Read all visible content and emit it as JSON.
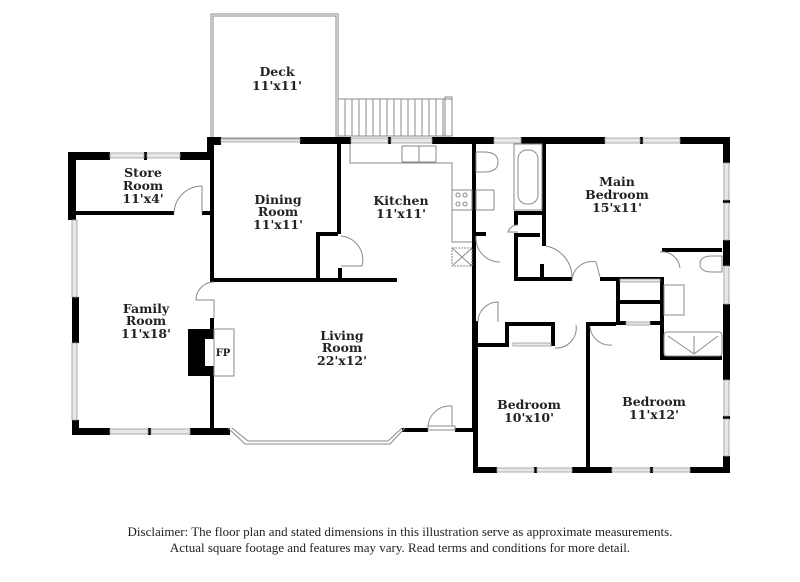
{
  "floor_plan": {
    "rooms": [
      {
        "id": "deck",
        "name": "Deck",
        "dims": "11'x11'"
      },
      {
        "id": "store-room",
        "name_line1": "Store",
        "name_line2": "Room",
        "dims": "11'x4'"
      },
      {
        "id": "dining-room",
        "name_line1": "Dining",
        "name_line2": "Room",
        "dims": "11'x11'"
      },
      {
        "id": "kitchen",
        "name": "Kitchen",
        "dims": "11'x11'"
      },
      {
        "id": "main-bedroom",
        "name_line1": "Main",
        "name_line2": "Bedroom",
        "dims": "15'x11'"
      },
      {
        "id": "family-room",
        "name_line1": "Family",
        "name_line2": "Room",
        "dims": "11'x18'"
      },
      {
        "id": "living-room",
        "name_line1": "Living",
        "name_line2": "Room",
        "dims": "22'x12'"
      },
      {
        "id": "bedroom-2",
        "name": "Bedroom",
        "dims": "10'x10'"
      },
      {
        "id": "bedroom-3",
        "name": "Bedroom",
        "dims": "11'x12'"
      }
    ],
    "fireplace_label": "FP"
  },
  "disclaimer": {
    "line1": "Disclaimer: The floor plan and stated dimensions in this illustration serve as approximate measurements.",
    "line2": "Actual square footage and features may vary. Read terms and conditions for more detail."
  }
}
